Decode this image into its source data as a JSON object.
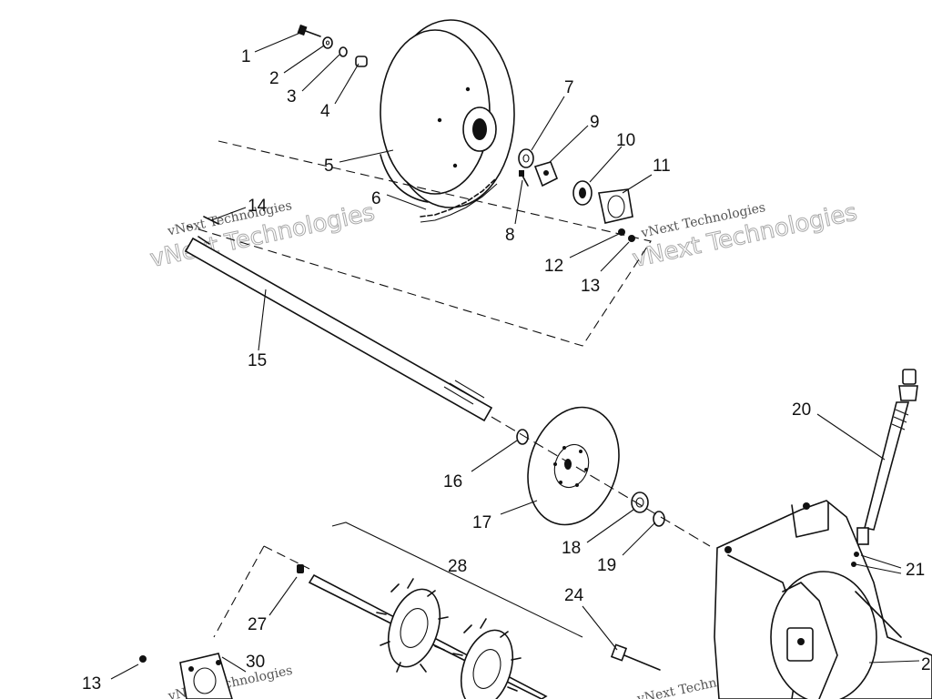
{
  "callouts": [
    {
      "id": "1",
      "text": "1"
    },
    {
      "id": "2",
      "text": "2"
    },
    {
      "id": "3",
      "text": "3"
    },
    {
      "id": "4",
      "text": "4"
    },
    {
      "id": "5",
      "text": "5"
    },
    {
      "id": "6",
      "text": "6"
    },
    {
      "id": "7",
      "text": "7"
    },
    {
      "id": "8",
      "text": "8"
    },
    {
      "id": "9",
      "text": "9"
    },
    {
      "id": "10",
      "text": "10"
    },
    {
      "id": "11",
      "text": "11"
    },
    {
      "id": "12",
      "text": "12"
    },
    {
      "id": "13a",
      "text": "13"
    },
    {
      "id": "14",
      "text": "14"
    },
    {
      "id": "15",
      "text": "15"
    },
    {
      "id": "16",
      "text": "16"
    },
    {
      "id": "17",
      "text": "17"
    },
    {
      "id": "18",
      "text": "18"
    },
    {
      "id": "19",
      "text": "19"
    },
    {
      "id": "20",
      "text": "20"
    },
    {
      "id": "21",
      "text": "21"
    },
    {
      "id": "2b",
      "text": "2"
    },
    {
      "id": "24",
      "text": "24"
    },
    {
      "id": "27",
      "text": "27"
    },
    {
      "id": "28",
      "text": "28"
    },
    {
      "id": "30",
      "text": "30"
    },
    {
      "id": "13b",
      "text": "13"
    }
  ],
  "watermark": {
    "small_text": "vNext Technologies",
    "big_text": "vNext Technologies"
  }
}
